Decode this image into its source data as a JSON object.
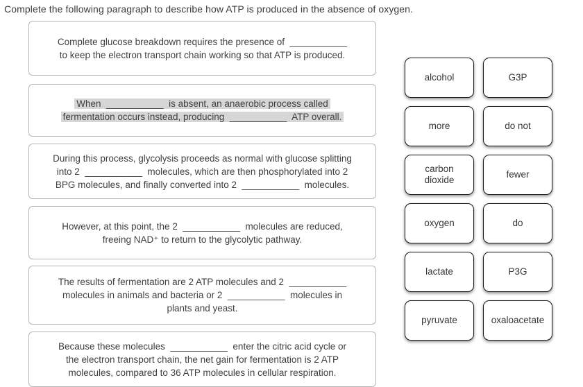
{
  "title": "Complete the following paragraph to describe how ATP is produced in the absence of oxygen.",
  "blank_placeholder": "___________",
  "colors": {
    "highlight": "#d6d6d6",
    "box_border": "#b5b5b5",
    "tile_border": "#1a1a1a",
    "text": "#3f3f3f"
  },
  "paragraphs": [
    {
      "highlighted": false,
      "lines": [
        [
          {
            "text": "Complete glucose breakdown requires the presence of  "
          },
          {
            "blank": true
          }
        ],
        [
          {
            "text": "to keep the electron transport chain working so that ATP is produced."
          }
        ]
      ]
    },
    {
      "highlighted": true,
      "lines": [
        [
          {
            "text": "When  "
          },
          {
            "blank": true
          },
          {
            "text": "  is absent, an anaerobic process called"
          }
        ],
        [
          {
            "text": "fermentation occurs instead, producing  "
          },
          {
            "blank": true
          },
          {
            "text": "  ATP overall."
          }
        ]
      ]
    },
    {
      "highlighted": false,
      "lines": [
        [
          {
            "text": "During this process, glycolysis proceeds as normal with glucose splitting"
          }
        ],
        [
          {
            "text": "into 2  "
          },
          {
            "blank": true
          },
          {
            "text": "  molecules, which are then phosphorylated into 2"
          }
        ],
        [
          {
            "text": "BPG molecules, and finally converted into 2  "
          },
          {
            "blank": true
          },
          {
            "text": "  molecules."
          }
        ]
      ]
    },
    {
      "highlighted": false,
      "lines": [
        [
          {
            "text": "However, at this point, the 2  "
          },
          {
            "blank": true
          },
          {
            "text": "  molecules are reduced,"
          }
        ],
        [
          {
            "text": "freeing NAD⁺ to return to the glycolytic pathway."
          }
        ]
      ]
    },
    {
      "highlighted": false,
      "lines": [
        [
          {
            "text": "The results of fermentation are 2 ATP molecules and 2  "
          },
          {
            "blank": true
          }
        ],
        [
          {
            "text": "molecules in animals and bacteria or 2  "
          },
          {
            "blank": true
          },
          {
            "text": "  molecules in"
          }
        ],
        [
          {
            "text": "plants and yeast."
          }
        ]
      ]
    },
    {
      "highlighted": false,
      "lines": [
        [
          {
            "text": "Because these molecules  "
          },
          {
            "blank": true
          },
          {
            "text": "  enter the citric acid cycle or"
          }
        ],
        [
          {
            "text": "the electron transport chain, the net gain for fermentation is 2 ATP"
          }
        ],
        [
          {
            "text": "molecules, compared to 36 ATP molecules in cellular respiration."
          }
        ]
      ]
    }
  ],
  "tiles": [
    {
      "label": "alcohol"
    },
    {
      "label": "G3P"
    },
    {
      "label": "more"
    },
    {
      "label": "do not"
    },
    {
      "label": "carbon\ndioxide"
    },
    {
      "label": "fewer"
    },
    {
      "label": "oxygen"
    },
    {
      "label": "do"
    },
    {
      "label": "lactate"
    },
    {
      "label": "P3G"
    },
    {
      "label": "pyruvate"
    },
    {
      "label": "oxaloacetate"
    }
  ]
}
